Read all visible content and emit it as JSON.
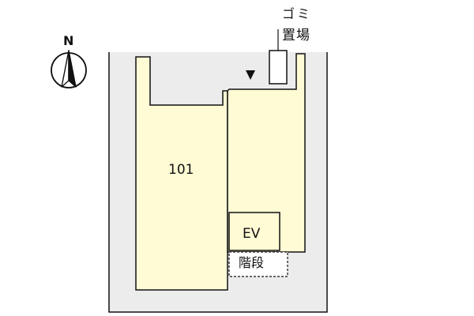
{
  "compass": {
    "north_label": "N",
    "icon": "north-arrow-icon"
  },
  "floor_plan": {
    "unit_label": "101",
    "elevator_label": "EV",
    "stairs_label": "階段",
    "garbage_label_line1": "ゴミ",
    "garbage_label_line2": "置場",
    "entrance_marker_icon": "down-triangle-icon"
  },
  "colors": {
    "site_fill": "#ececec",
    "unit_fill": "#fffbd5",
    "outline": "#111111",
    "background": "#ffffff"
  }
}
